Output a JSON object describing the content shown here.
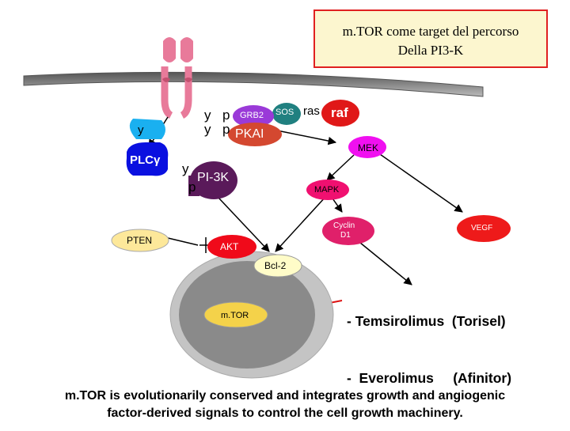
{
  "title": {
    "line1": "m.TOR come target del percorso",
    "line2": "Della PI3-K"
  },
  "nodes": {
    "sos": "SOS",
    "ras": "ras",
    "raf": "raf",
    "grb2": "GRB2",
    "pkai": "PKAI",
    "mek": "MEK",
    "mapk": "MAPK",
    "pi3k": "PI-3K",
    "plc": "PLCγ",
    "pten": "PTEN",
    "akt": "AKT",
    "bcl2": "Bcl-2",
    "cyclin": "Cyclin",
    "d1": "D1",
    "vegf": "VEGF",
    "mtor": "m.TOR"
  },
  "phospho": {
    "y": "y",
    "p": "p"
  },
  "drugs": {
    "line1": "- Temsirolimus  (Torisel)",
    "line2": "-  Everolimus     (Afinitor)"
  },
  "footer": {
    "line1": "m.TOR is evolutionarily conserved and integrates growth and angiogenic",
    "line2": "factor-derived signals to control the cell growth machinery."
  },
  "colors": {
    "title_bg": "#fcf6cf",
    "title_border": "#e02020",
    "membrane": "#888888",
    "receptor": "#e87a9a",
    "sos": "#208080",
    "raf": "#e01818",
    "grb2": "#9a3ad8",
    "pkai": "#d44830",
    "mek": "#f010f0",
    "mapk": "#f01070",
    "pi3k": "#5a1a5a",
    "plc": "#0a10e0",
    "pten": "#fde89a",
    "akt": "#f00a1a",
    "bcl2": "#fffcc8",
    "cyclin": "#e0206a",
    "vegf": "#ee1a1a",
    "nucleus_outer": "#bbbbbb",
    "nucleus_inner": "#888888",
    "mtor": "#f4d24a",
    "inhibitor": "#dd1010"
  }
}
